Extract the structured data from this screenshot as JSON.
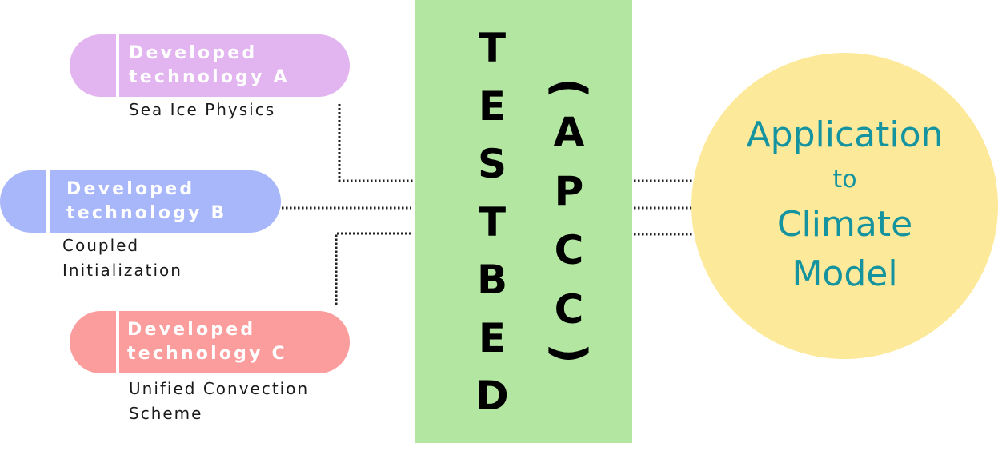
{
  "technologies": [
    {
      "title_line1": "Developed",
      "title_line2": "technology A",
      "description": [
        "Sea Ice Physics"
      ],
      "color": "#e3b5f0"
    },
    {
      "title_line1": "Developed",
      "title_line2": "technology B",
      "description": [
        "Coupled",
        "Initialization"
      ],
      "color": "#a8b6fa"
    },
    {
      "title_line1": "Developed",
      "title_line2": "technology C",
      "description": [
        "Unified Convection",
        "Scheme"
      ],
      "color": "#fb9d9d"
    }
  ],
  "testbed": {
    "letters": [
      "T",
      "E",
      "S",
      "T",
      "B",
      "E",
      "D"
    ],
    "org_letters": [
      "A",
      "P",
      "C",
      "C"
    ],
    "paren_open": "(",
    "paren_close": ")",
    "color": "#b3e6a0"
  },
  "target": {
    "line1": "Application",
    "line2": "to",
    "line3": "Climate",
    "line4": "Model",
    "color": "#fde99a",
    "text_color": "#1594a0"
  },
  "connector_style": "dotted"
}
